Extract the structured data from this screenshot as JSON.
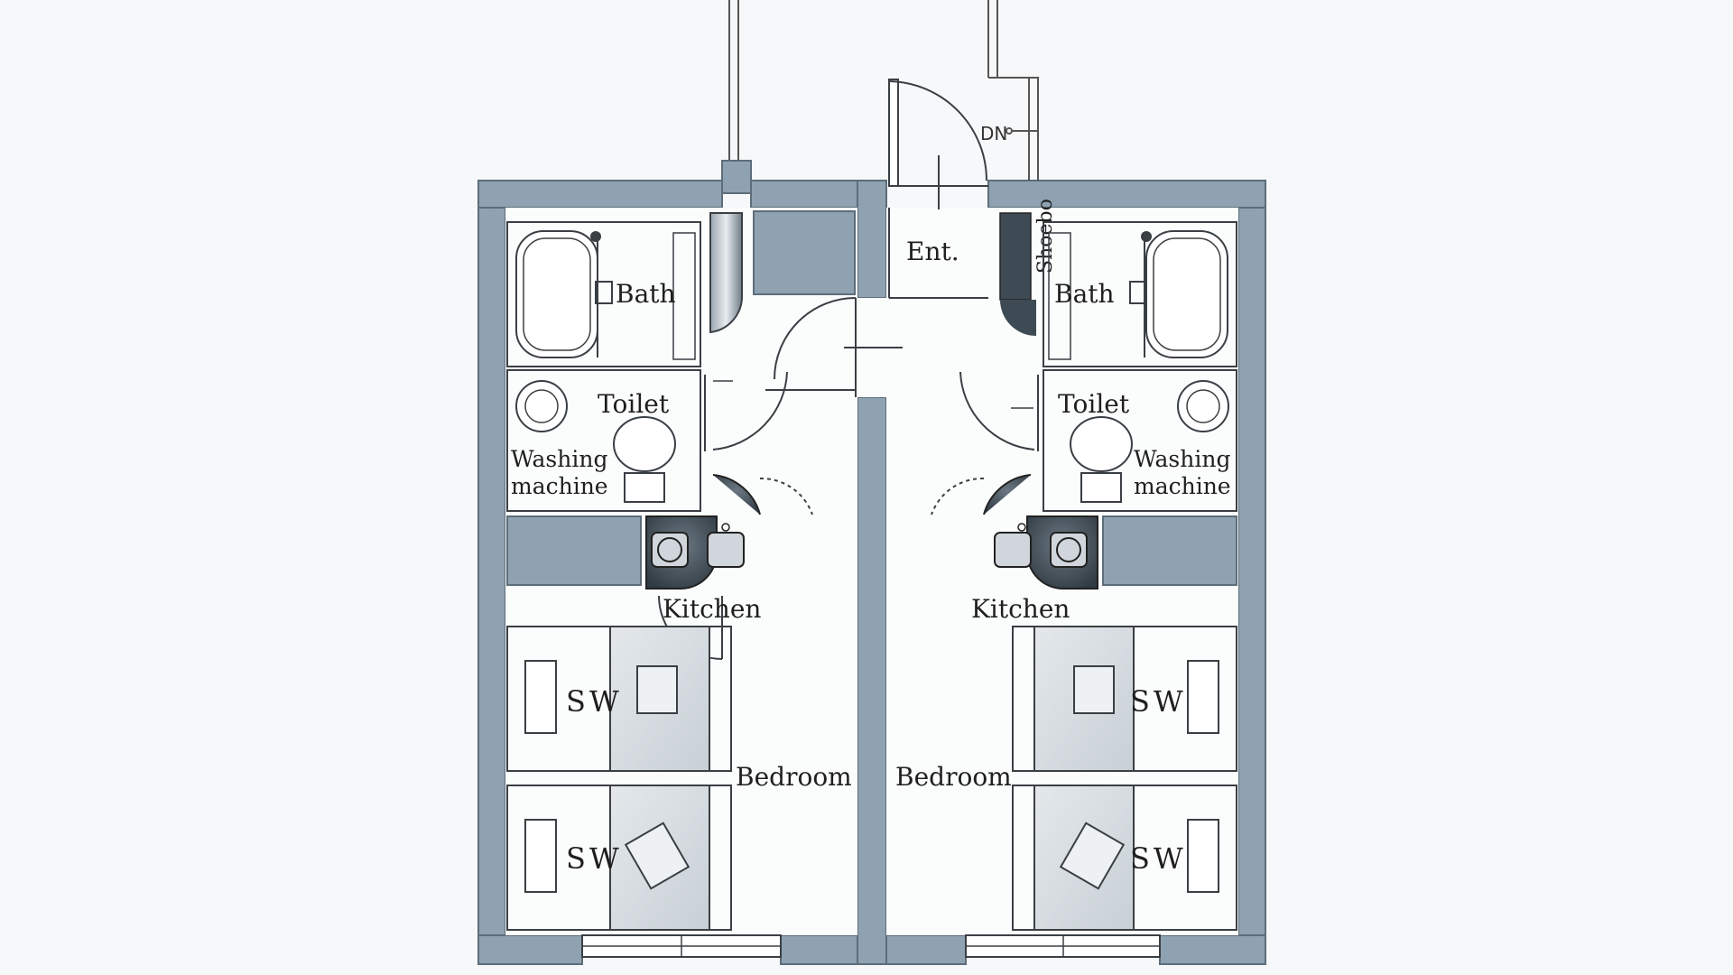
{
  "colors": {
    "wall": "#8fa2b1",
    "wall_edge": "#5d6d7a",
    "fixture_fill": "#c2ccd5",
    "dark_fixture": "#3e4a54",
    "line": "#3a3f44",
    "floor": "#fbfcfc"
  },
  "labels": {
    "entrance": "Ent.",
    "down": "DN",
    "shoebox": "Shoebo",
    "left_unit": {
      "bath": "Bath",
      "toilet": "Toilet",
      "washing_line1": "Washing",
      "washing_line2": "machine",
      "kitchen": "Kitchen",
      "bedroom": "Bedroom",
      "sw_top": "SW",
      "sw_bottom": "SW"
    },
    "right_unit": {
      "bath": "Bath",
      "toilet": "Toilet",
      "washing_line1": "Washing",
      "washing_line2": "machine",
      "kitchen": "Kitchen",
      "bedroom": "Bedroom",
      "sw_top": "SW",
      "sw_bottom": "SW"
    }
  }
}
